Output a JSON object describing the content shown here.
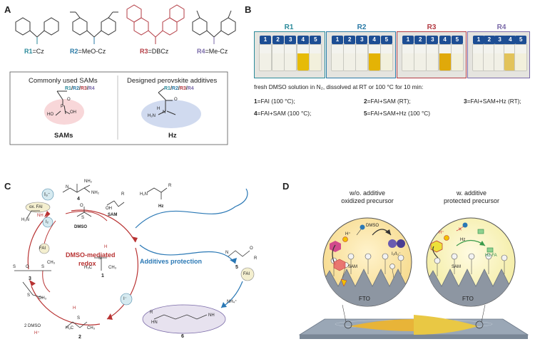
{
  "panels": {
    "A": "A",
    "B": "B",
    "C": "C",
    "D": "D"
  },
  "panelA": {
    "molecules": [
      {
        "tag": "R1",
        "text": "=Cz",
        "color": "#2a8a9a"
      },
      {
        "tag": "R2",
        "text": "=MeO-Cz",
        "color": "#2a7aa6"
      },
      {
        "tag": "R3",
        "text": "=DBCz",
        "color": "#b33b43"
      },
      {
        "tag": "R4",
        "text": "=Me-Cz",
        "color": "#7a6aa8"
      }
    ],
    "box_left_title": "Commonly used SAMs",
    "box_right_title": "Designed perovskite additives",
    "sam_label": "SAMs",
    "hz_label": "Hz",
    "r_labels": [
      "R1",
      "/",
      "R2",
      "/",
      "R3",
      "/",
      "R4"
    ],
    "atoms": {
      "O": "O",
      "P": "P",
      "HO": "HO",
      "OH": "OH",
      "H": "H",
      "N": "N",
      "H2N": "H₂N"
    }
  },
  "panelB": {
    "titles": [
      {
        "label": "R1",
        "color": "#2a8a9a"
      },
      {
        "label": "R2",
        "color": "#2a7aa6"
      },
      {
        "label": "R3",
        "color": "#b33b43"
      },
      {
        "label": "R4",
        "color": "#7a6aa8"
      }
    ],
    "vial_numbers": [
      "1",
      "2",
      "3",
      "4",
      "5"
    ],
    "condition_line": "fresh DMSO solution in N₂, dissolved at RT or 100 °C for 10 min:",
    "conditions": [
      {
        "num": "1",
        "text": "=FAI (100 °C);"
      },
      {
        "num": "2",
        "text": "=FAI+SAM (RT);"
      },
      {
        "num": "3",
        "text": "=FAI+SAM+Hz (RT);"
      },
      {
        "num": "4",
        "text": "=FAI+SAM (100 °C);"
      },
      {
        "num": "5",
        "text": "=FAI+SAM+Hz (100 °C)"
      }
    ]
  },
  "panelC": {
    "center_red": "DMSO-mediated",
    "center_red2": "redox",
    "center_blue": "Additives protection",
    "labels": {
      "i3": "I₃⁻",
      "ox_fai": "ox. FAI",
      "i2": "I₂",
      "fai": "FAI",
      "fai2": "FAI",
      "dmso": "DMSO",
      "sam": "SAM",
      "hz": "Hz",
      "n4": "4",
      "n3": "3",
      "n2": "2",
      "n1": "1",
      "n5": "5",
      "n6": "6",
      "two_dmso": "2 DMSO",
      "hplus": "H⁺",
      "iminus": "I⁻",
      "nh4": "NH₄⁺",
      "OH": "OH",
      "S": "S",
      "O": "O",
      "CH3": "CH₃",
      "H3C": "H₃C",
      "R": "R",
      "N": "N",
      "HN": "HN",
      "NH": "NH",
      "NH2": "NH₂",
      "H2N": "H₂N",
      "H": "H",
      "I": "I"
    }
  },
  "panelD": {
    "left_title1": "w/o. additive",
    "left_title2": "oxidized precursor",
    "right_title1": "w. additive",
    "right_title2": "protected precursor",
    "dmso": "DMSO",
    "i2i3": "I₂/I₃⁻",
    "hplus": "H⁺",
    "sam_l": "SAM",
    "sam_r": "SAM",
    "fto_l": "FTO",
    "fto_r": "FTO",
    "hz": "Hz",
    "hzfa": "Hz-FA"
  },
  "colors": {
    "teal": "#2a8a9a",
    "blue": "#2a7aa6",
    "red": "#b33b43",
    "purple": "#7a6aa8",
    "arrow_red": "#b83232",
    "arrow_blue": "#2a78b5",
    "yellow": "#e8c200"
  }
}
